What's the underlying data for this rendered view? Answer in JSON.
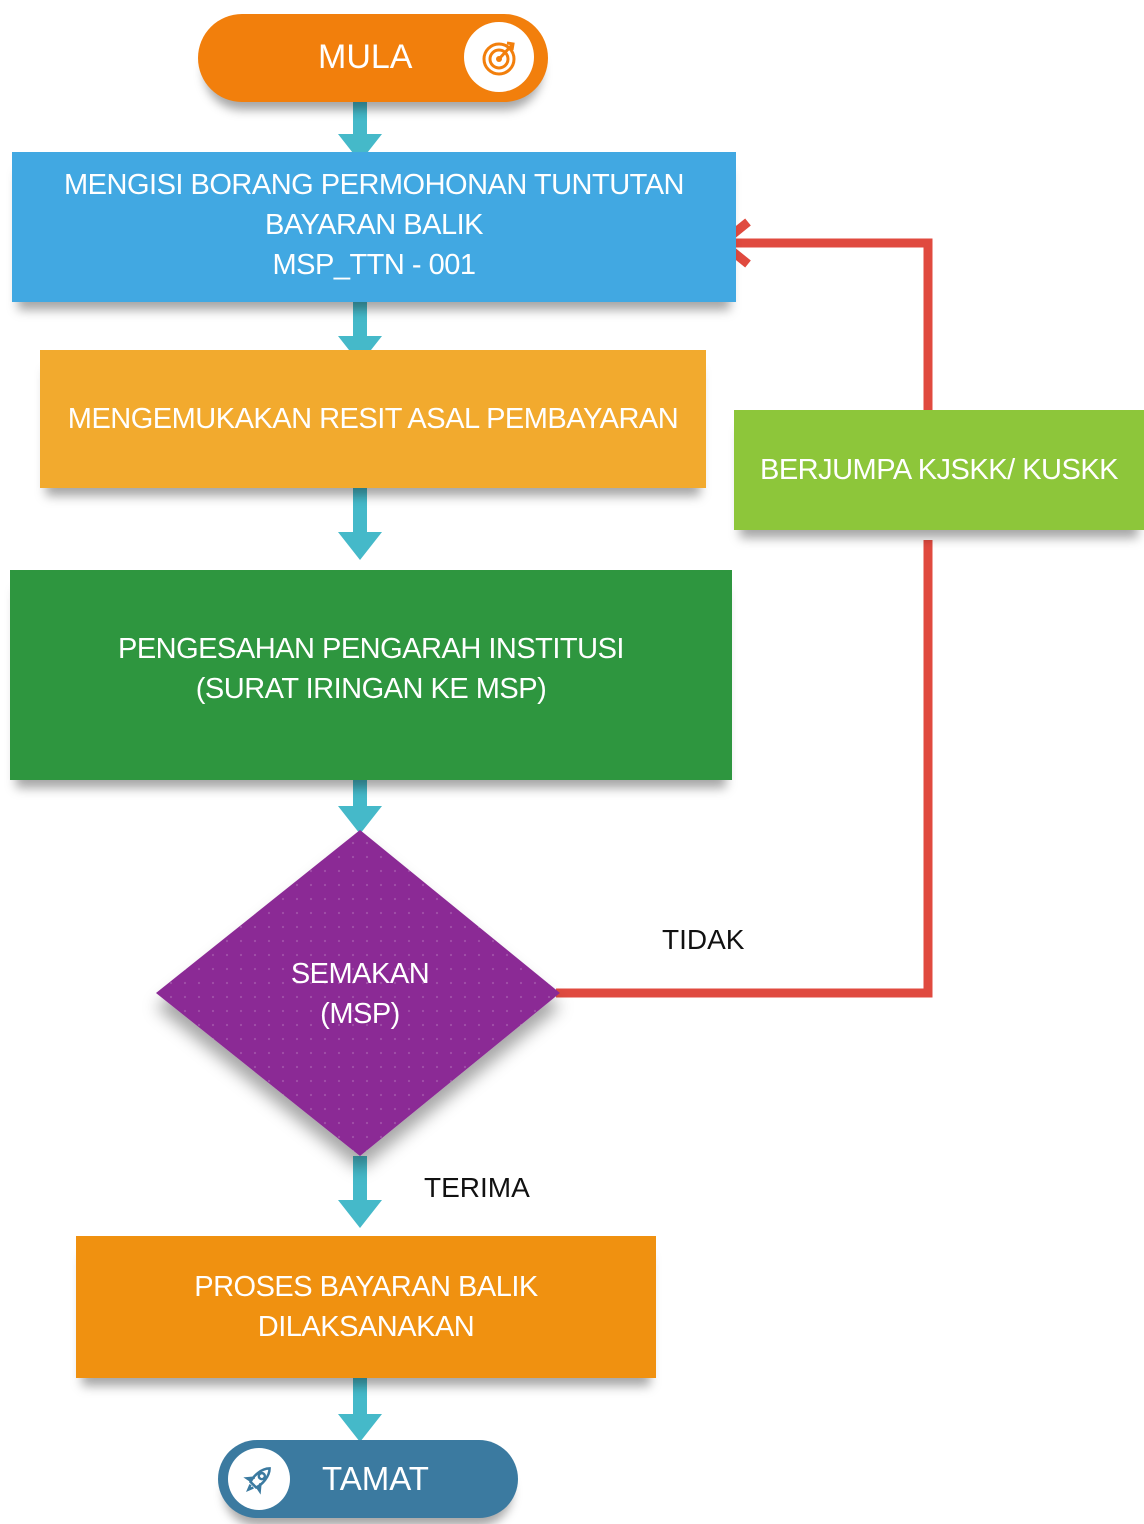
{
  "start": {
    "label": "MULA",
    "icon": "target-icon"
  },
  "steps": [
    {
      "lines": [
        "MENGISI BORANG PERMOHONAN TUNTUTAN",
        "BAYARAN BALIK",
        "MSP_TTN - 001"
      ],
      "color": "#41a8e2"
    },
    {
      "lines": [
        "MENGEMUKAKAN RESIT ASAL PEMBAYARAN"
      ],
      "color": "#f2aa2e"
    },
    {
      "lines": [
        "PENGESAHAN PENGARAH INSTITUSI",
        "(SURAT IRINGAN KE MSP)"
      ],
      "color": "#2e963f"
    }
  ],
  "decision": {
    "lines": [
      "SEMAKAN",
      "(MSP)"
    ],
    "color": "#8b2a95"
  },
  "side_step": {
    "label": "BERJUMPA KJSKK/ KUSKK",
    "color": "#8dc63a"
  },
  "final_step": {
    "lines": [
      "PROSES BAYARAN BALIK",
      "DILAKSANAKAN"
    ],
    "color": "#f09110"
  },
  "end": {
    "label": "TAMAT",
    "icon": "rocket-icon"
  },
  "edge_labels": {
    "no": "TIDAK",
    "yes": "TERIMA"
  },
  "colors": {
    "arrow": "#45b9c9",
    "loop": "#e04a3f",
    "start": "#f27f0c",
    "end": "#3b7aa0"
  }
}
